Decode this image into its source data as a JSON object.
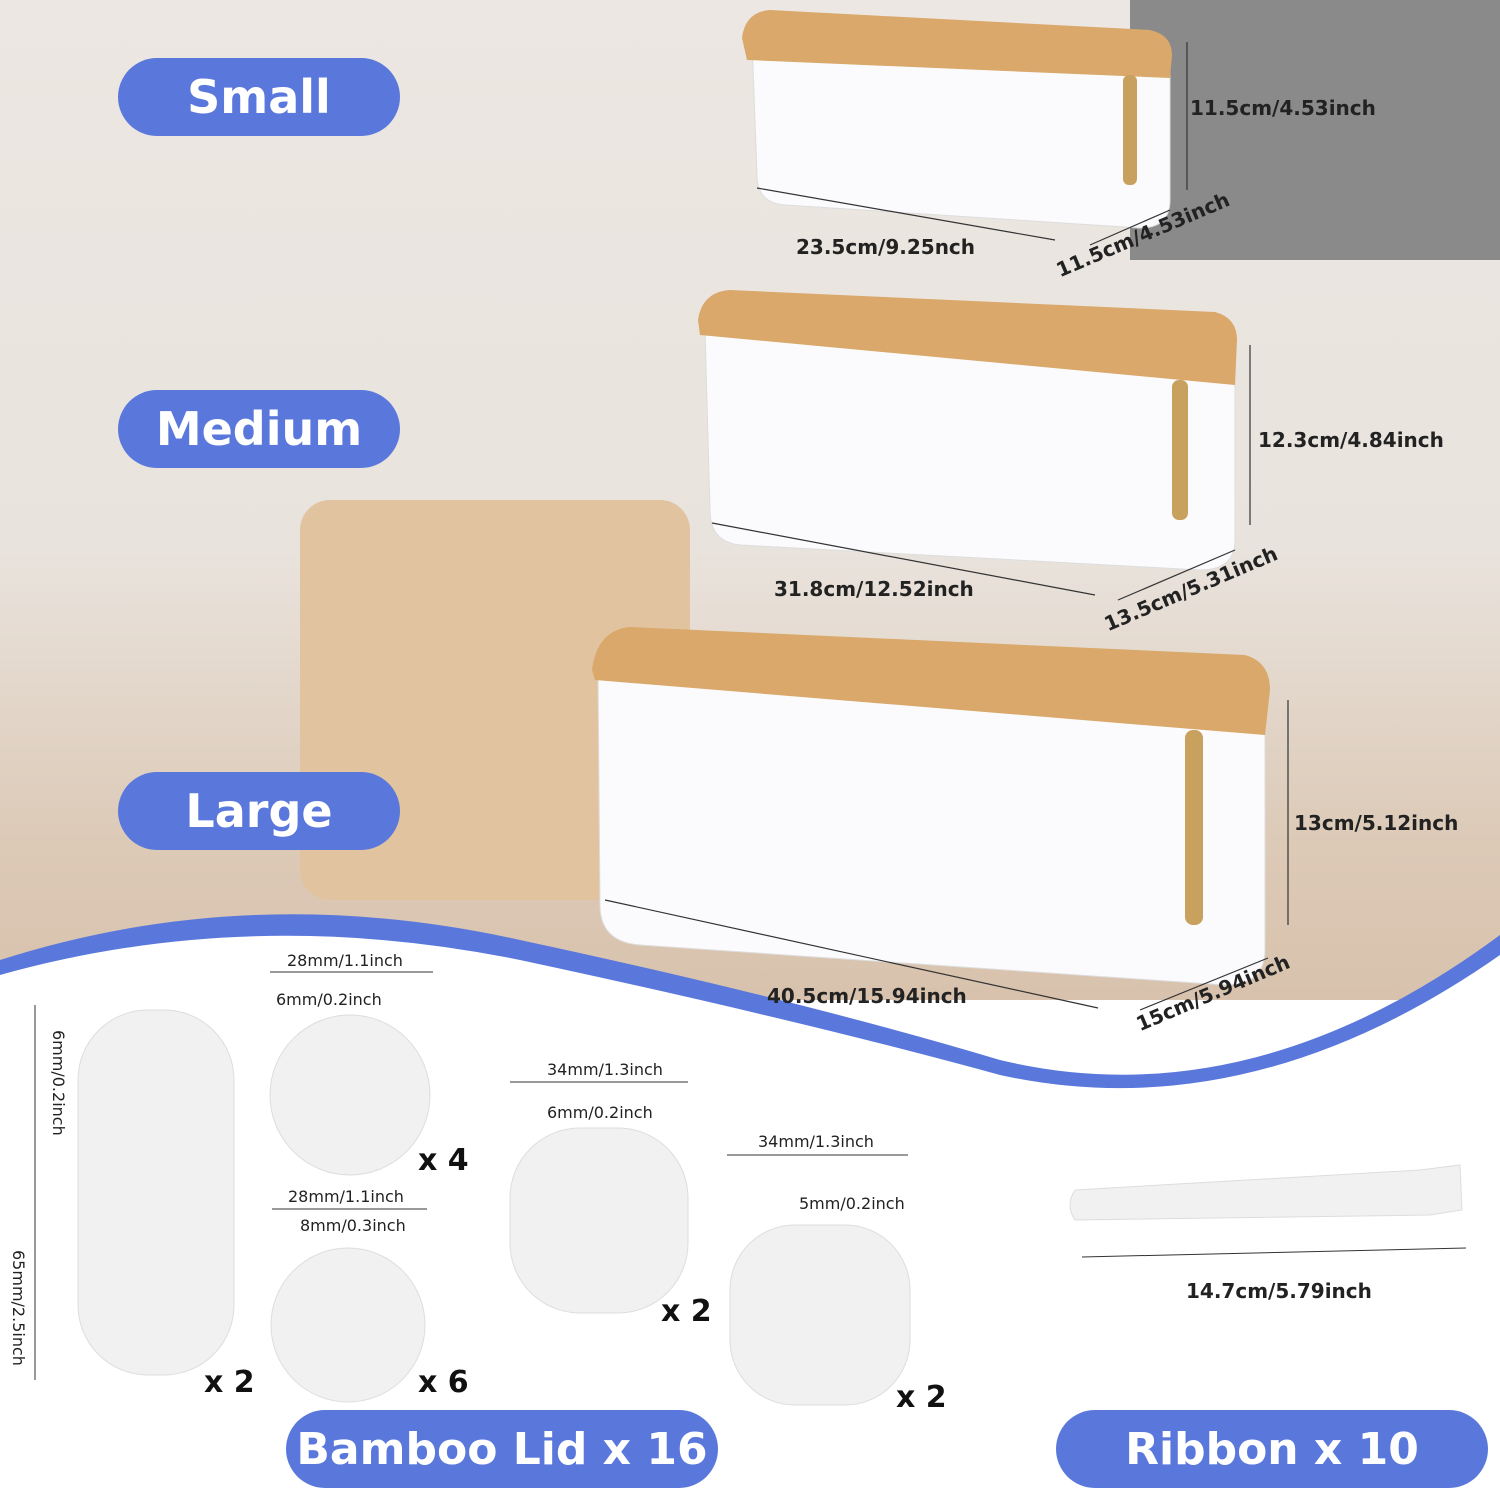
{
  "sizes": {
    "small": "Small",
    "medium": "Medium",
    "large": "Large"
  },
  "small_dims": {
    "height": "11.5cm/4.53inch",
    "length": "23.5cm/9.25nch",
    "depth": "11.5cm/4.53inch"
  },
  "medium_dims": {
    "height": "12.3cm/4.84inch",
    "length": "31.8cm/12.52inch",
    "depth": "13.5cm/5.31inch"
  },
  "large_dims": {
    "height": "13cm/5.12inch",
    "length": "40.5cm/15.94inch",
    "depth": "15cm/5.94inch"
  },
  "accessories": {
    "strip": {
      "height": "65mm/2.5inch",
      "slot": "6mm/0.2inch",
      "qty": "x 2"
    },
    "round4": {
      "width": "28mm/1.1inch",
      "slot": "6mm/0.2inch",
      "qty": "x 4"
    },
    "round6": {
      "width": "28mm/1.1inch",
      "slot": "8mm/0.3inch",
      "qty": "x 6"
    },
    "square3": {
      "width": "34mm/1.3inch",
      "slot": "6mm/0.2inch",
      "qty": "x 2"
    },
    "square2": {
      "width": "34mm/1.3inch",
      "slot": "5mm/0.2inch",
      "qty": "x 2"
    },
    "ribbon": {
      "length": "14.7cm/5.79inch"
    }
  },
  "labels": {
    "bamboo": "Bamboo Lid x 16",
    "ribbon": "Ribbon x 10"
  },
  "colors": {
    "accent": "#5a78dc",
    "bamboo": "#d9a86a",
    "box": "#ffffff"
  }
}
